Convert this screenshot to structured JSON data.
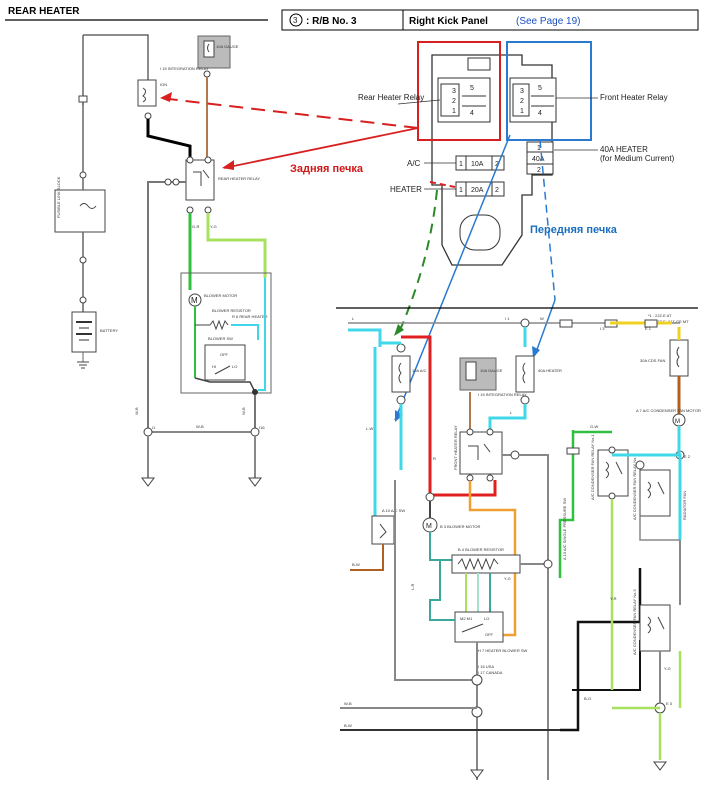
{
  "left_panel": {
    "title": "REAR HEATER",
    "gauge_fuse": "10A GAUGE",
    "integration_relay": "I 15 INTEGRATION RELAY",
    "fuse_ign": "IGN",
    "rear_heater_relay": "REAR HEATER RELAY",
    "fusible_link": "FUSIBLE LINK BLOCK",
    "battery": "BATTERY",
    "blower_motor": "BLOWER MOTOR",
    "blower_resistor": "BLOWER RESISTOR",
    "blower_sw": "BLOWER SW",
    "rear_heater_unit": "R 6 REAR HEATER",
    "sw_off": "OFF",
    "sw_hi": "HI",
    "sw_lo": "LO",
    "wire_wb": "W-B",
    "wire_gr": "G-R",
    "wire_lr": "L-R",
    "wire_yg": "Y-G",
    "conn_i1": "I1",
    "conn_i16": "I16"
  },
  "header_box": {
    "num": "3",
    "rb": ": R/B No. 3",
    "location": "Right Kick Panel",
    "see_page": "(See Page 19)"
  },
  "relay_block": {
    "rear_relay_label": "Rear Heater Relay",
    "front_relay_label": "Front Heater Relay",
    "heater_40a_label": "40A HEATER",
    "medium_current": "(for Medium Current)",
    "ac_label": "A/C",
    "heater_label": "HEATER",
    "fuse_ac": "10A",
    "fuse_heater": "20A",
    "fuse_40a": "40A",
    "pin5": "5",
    "pin3": "3",
    "pin2": "2",
    "pin1": "1",
    "pin4": "4"
  },
  "annotations": {
    "rear_heater_ru": "Задняя печка",
    "front_heater_ru": "Передняя печка"
  },
  "right_panel": {
    "note1": "*1 : 2JZ-E AT",
    "note2": "*2 : 2JZ-E, 2JZ-GE MT",
    "fuse_ac": "10A A/C",
    "gauge_fuse": "10A GAUGE",
    "integration_relay": "I 15 INTEGRATION RELAY",
    "fuse_40a": "40A HEATER",
    "front_heater_relay": "FRONT HEATER RELAY",
    "cds_fan": "30A CDS FAN",
    "condenser_motor": "A 7 A/C CONDENSER FAN MOTOR",
    "ac_sw": "A 10 A/C SW",
    "blower_motor": "B 3 BLOWER MOTOR",
    "blower_resistor": "B 4 BLOWER RESISTOR",
    "heater_blower_sw": "H 7 HEATER BLOWER SW",
    "usa": "I 16 USA",
    "canada": "I 17 CANADA",
    "sw_off": "OFF",
    "sw_mhi": "M2 M1",
    "sw_hi": "HI",
    "sw_lo": "LO",
    "ac_single_pressure": "A 13 A/C SINGLE PRESSURE SW",
    "condenser_relay1": "A/C CONDENSER FAN RELAY No.1",
    "condenser_relay2": "A/C CONDENSER FAN RELAY No.2",
    "condenser_relay3": "A/C CONDENSER FAN RELAY No.3",
    "radiator_fan": "RADIATOR FAN",
    "wire_wb": "W-B",
    "wire_bw": "B-W",
    "wire_l": "L",
    "wire_r": "R",
    "wire_lw": "L-W",
    "wire_yg": "Y-G",
    "wire_gw": "G-W",
    "wire_lr": "L-R",
    "wire_bo": "B-O",
    "wire_yr": "Y-R",
    "wire_w": "W",
    "conn_i1": "I 1",
    "conn_i3": "I 3",
    "conn_e1": "E 1",
    "conn_e2": "E 2",
    "conn_e3": "E 3"
  },
  "colors": {
    "rear_box": "#d82020",
    "front_box": "#2a7ad0",
    "wire_green": "#30c040",
    "wire_lightgreen": "#a8e060",
    "wire_cyan": "#40d8e8",
    "wire_red": "#e02020",
    "wire_orange": "#f0a030",
    "wire_yellow": "#f0d020",
    "wire_brown": "#b06020",
    "wire_teal": "#3aa89a"
  }
}
